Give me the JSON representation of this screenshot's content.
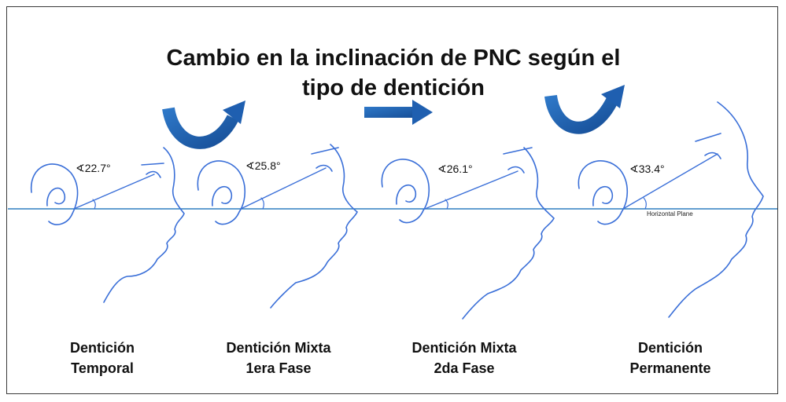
{
  "title_line1": "Cambio en la inclinación de PNC según el",
  "title_line2": "tipo de dentición",
  "horizontal_plane_label": "Horizontal Plane",
  "panels": [
    {
      "angle": "∢22.7°",
      "caption_line1": "Dentición",
      "caption_line2": "Temporal"
    },
    {
      "angle": "∢25.8°",
      "caption_line1": "Dentición Mixta",
      "caption_line2": "1era Fase"
    },
    {
      "angle": "∢26.1°",
      "caption_line1": "Dentición Mixta",
      "caption_line2": "2da Fase"
    },
    {
      "angle": "∢33.4°",
      "caption_line1": "Dentición",
      "caption_line2": "Permanente"
    }
  ],
  "colors": {
    "line": "#3a6fd8",
    "horizontal": "#2f7fc0",
    "arrow": "#1f5fb0",
    "text": "#111111"
  }
}
